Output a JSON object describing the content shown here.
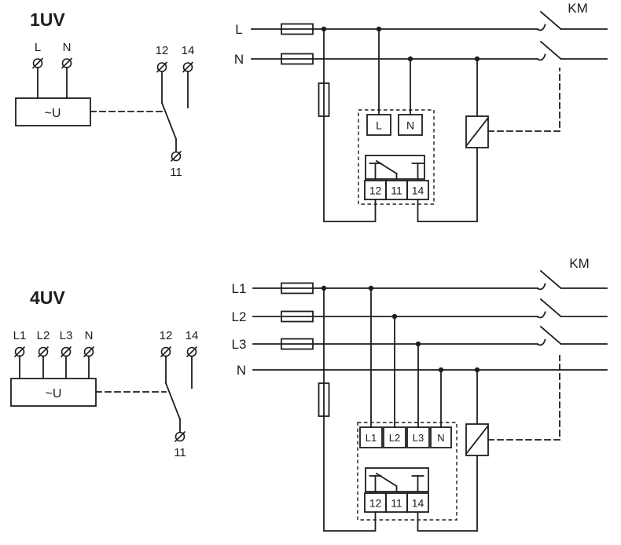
{
  "colors": {
    "ink": "#1d1d1d",
    "background": "#ffffff"
  },
  "uv1": {
    "title": "1UV",
    "unit": {
      "input_terminals": [
        "L",
        "N"
      ],
      "label": "~U",
      "contact_top_terminals": [
        "12",
        "14"
      ],
      "contact_bottom_terminal": "11"
    },
    "circuit": {
      "line_labels": [
        "L",
        "N"
      ],
      "contactor_label": "KM",
      "relay_input_terminals": [
        "L",
        "N"
      ],
      "relay_contact_terminals": [
        "12",
        "11",
        "14"
      ]
    }
  },
  "uv4": {
    "title": "4UV",
    "unit": {
      "input_terminals": [
        "L1",
        "L2",
        "L3",
        "N"
      ],
      "label": "~U",
      "contact_top_terminals": [
        "12",
        "14"
      ],
      "contact_bottom_terminal": "11"
    },
    "circuit": {
      "line_labels": [
        "L1",
        "L2",
        "L3",
        "N"
      ],
      "contactor_label": "KM",
      "relay_input_terminals": [
        "L1",
        "L2",
        "L3",
        "N"
      ],
      "relay_contact_terminals": [
        "12",
        "11",
        "14"
      ]
    }
  }
}
